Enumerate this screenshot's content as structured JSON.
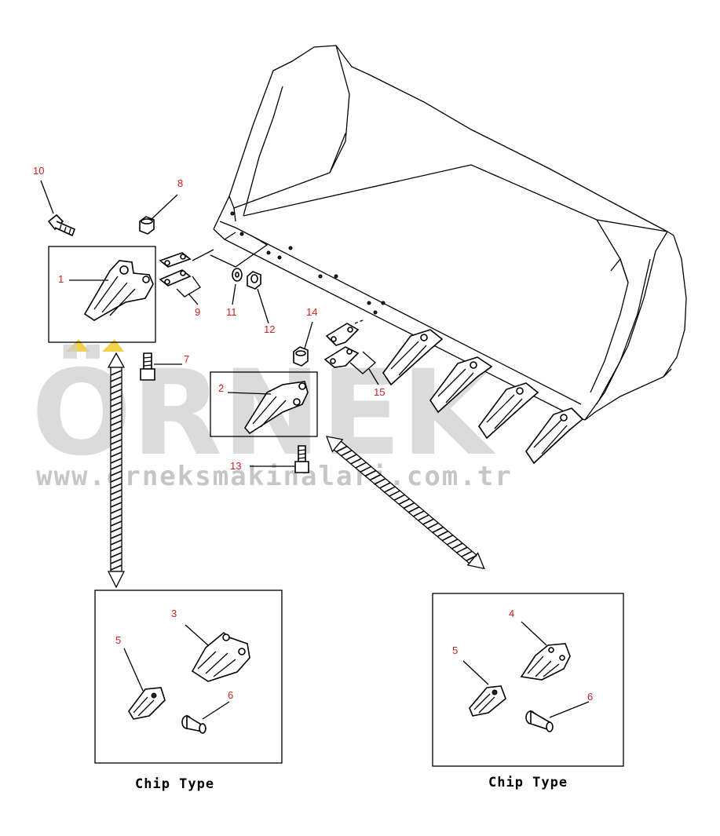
{
  "watermark": {
    "brand": "ÖRNEK",
    "url": "www.orneksmakinalari.com.tr",
    "accent_color": "#f2d24b",
    "text_color": "#cfcfcf"
  },
  "callouts": {
    "c1": "1",
    "c2": "2",
    "c3": "3",
    "c4": "4",
    "c5a": "5",
    "c5b": "5",
    "c6a": "6",
    "c6b": "6",
    "c7": "7",
    "c8": "8",
    "c9": "9",
    "c10": "10",
    "c11": "11",
    "c12": "12",
    "c13": "13",
    "c14": "14",
    "c15": "15"
  },
  "captions": {
    "left": "Chip Type",
    "right": "Chip Type"
  },
  "colors": {
    "callout_text": "#d02020",
    "line": "#000000"
  }
}
